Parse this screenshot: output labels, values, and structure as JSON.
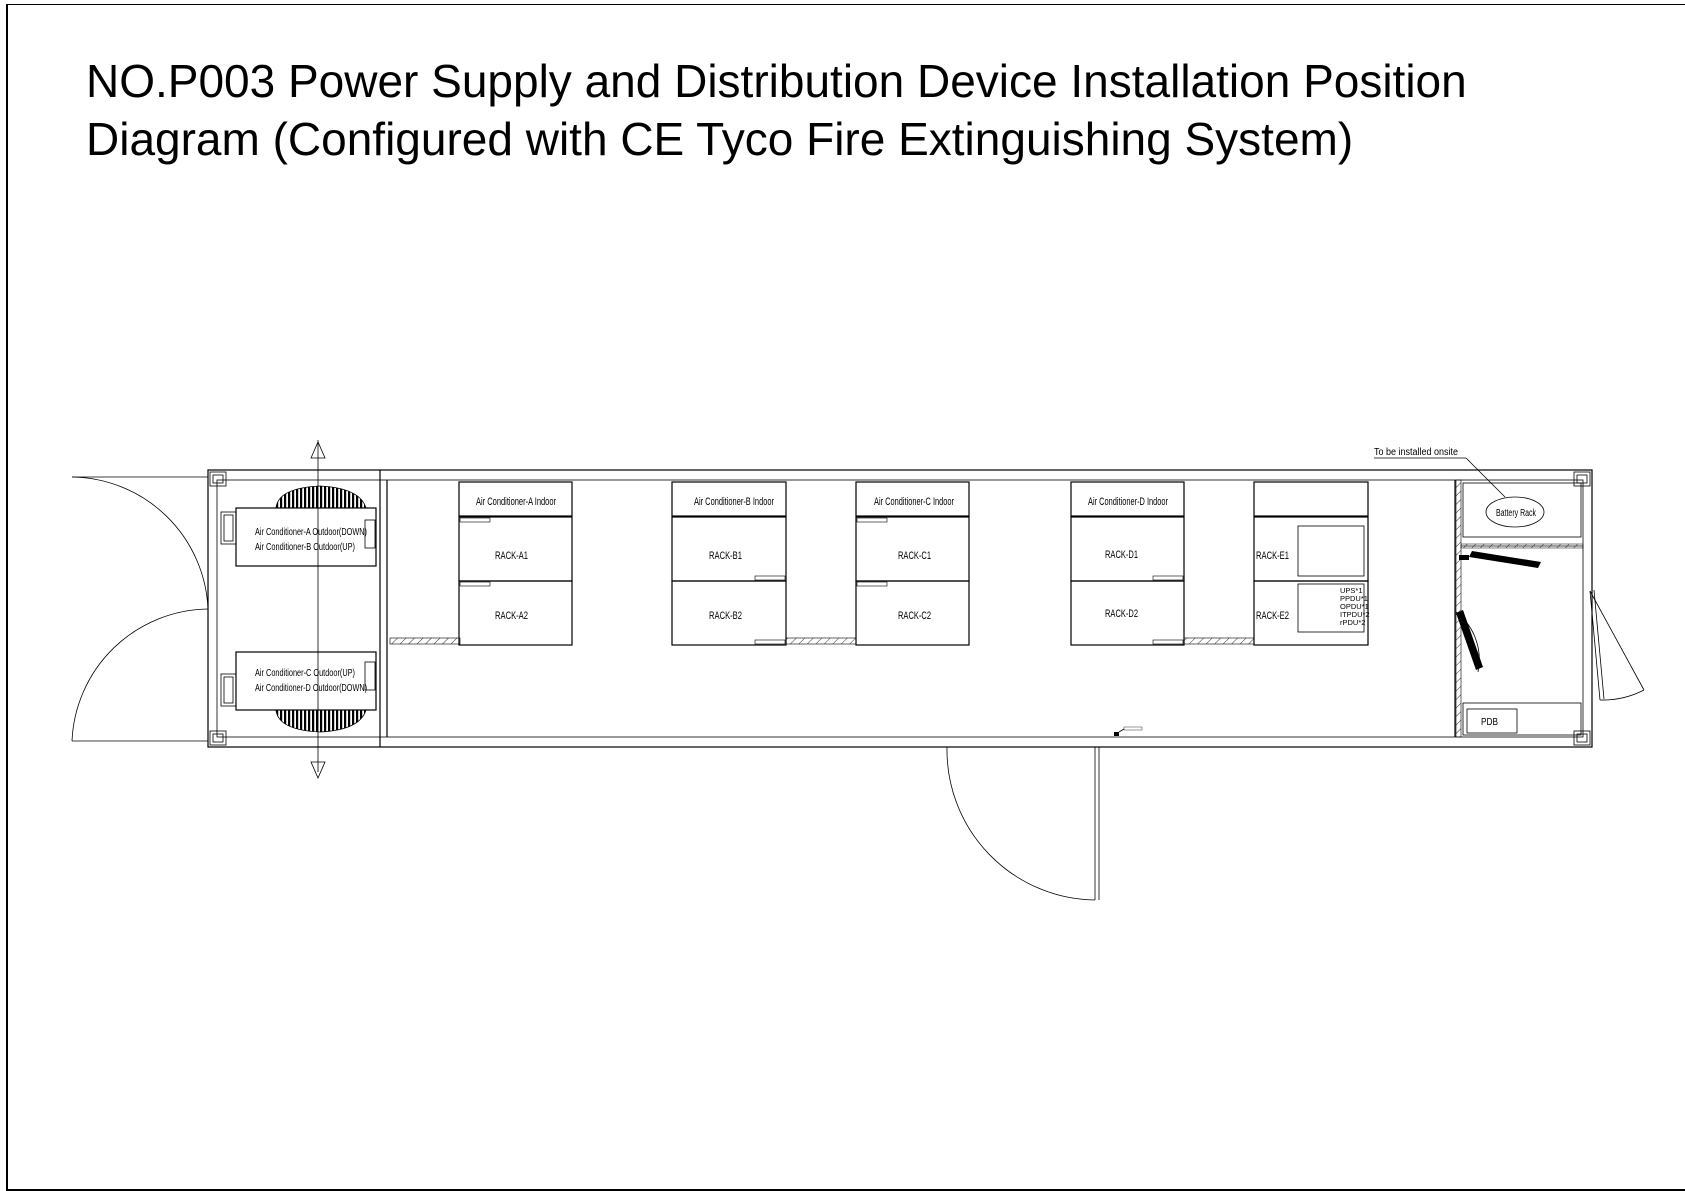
{
  "title": {
    "line1": "NO.P003 Power Supply and Distribution Device Installation Position",
    "line2": "Diagram (Configured with CE Tyco Fire Extinguishing System)"
  },
  "outdoor_units": {
    "top_line1": "Air Conditioner-A Outdoor(DOWN)",
    "top_line2": "Air Conditioner-B Outdoor(UP)",
    "bottom_line1": "Air Conditioner-C Outdoor(UP)",
    "bottom_line2": "Air Conditioner-D Outdoor(DOWN)"
  },
  "indoor_units": {
    "a": "Air Conditioner-A Indoor",
    "b": "Air Conditioner-B Indoor",
    "c": "Air Conditioner-C Indoor",
    "d": "Air Conditioner-D Indoor"
  },
  "racks": {
    "a1": "RACK-A1",
    "a2": "RACK-A2",
    "b1": "RACK-B1",
    "b2": "RACK-B2",
    "c1": "RACK-C1",
    "c2": "RACK-C2",
    "d1": "RACK-D1",
    "d2": "RACK-D2",
    "e1": "RACK-E1",
    "e2": "RACK-E2"
  },
  "rack_e2_contents": [
    "UPS*1",
    "PPDU*1",
    "OPDU*1",
    "ITPDU*2",
    "rPDU*2"
  ],
  "install_note": "To be installed onsite",
  "battery_rack": "Battery Rack",
  "pdb": "PDB"
}
